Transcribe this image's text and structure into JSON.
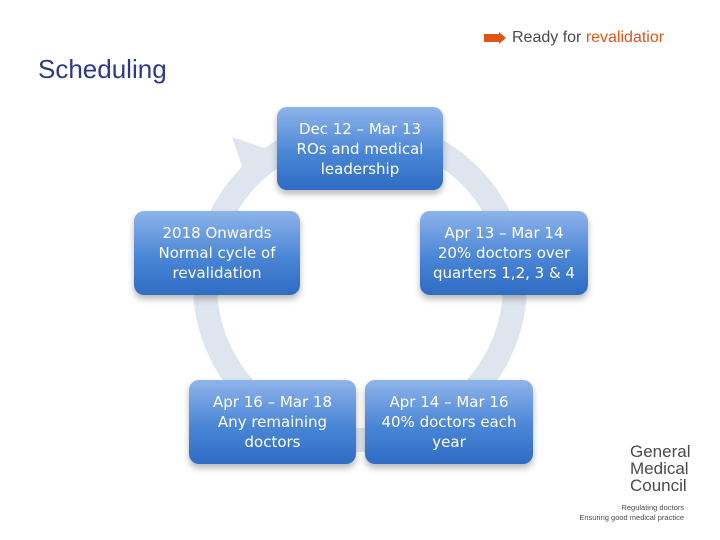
{
  "header": {
    "brand": {
      "prefix": "Ready for ",
      "accent": "revalidatior"
    },
    "title": "Scheduling"
  },
  "cycle": {
    "boxes": [
      {
        "id": "dec12",
        "lines": [
          "Dec 12 – Mar 13",
          "ROs and medical",
          "leadership"
        ]
      },
      {
        "id": "apr13",
        "lines": [
          "Apr 13 – Mar 14",
          "20% doctors over",
          "quarters 1,2, 3 & 4"
        ]
      },
      {
        "id": "apr14",
        "lines": [
          "Apr 14 – Mar 16",
          "40% doctors each",
          "year"
        ]
      },
      {
        "id": "apr16",
        "lines": [
          "Apr 16 – Mar 18",
          "Any remaining",
          "doctors"
        ]
      },
      {
        "id": "onwards",
        "lines": [
          "2018 Onwards",
          "Normal cycle of",
          "revalidation"
        ]
      }
    ]
  },
  "footer": {
    "org_lines": [
      "General",
      "Medical",
      "Council"
    ],
    "tagline_lines": [
      "Regulating doctors",
      "Ensuring good medical practice"
    ]
  },
  "colors": {
    "title": "#2e3a87",
    "accent": "#e0541a",
    "box_top": "#8fb4ea",
    "box_bottom": "#2f6cc3",
    "ring": "#dfe5ef"
  }
}
